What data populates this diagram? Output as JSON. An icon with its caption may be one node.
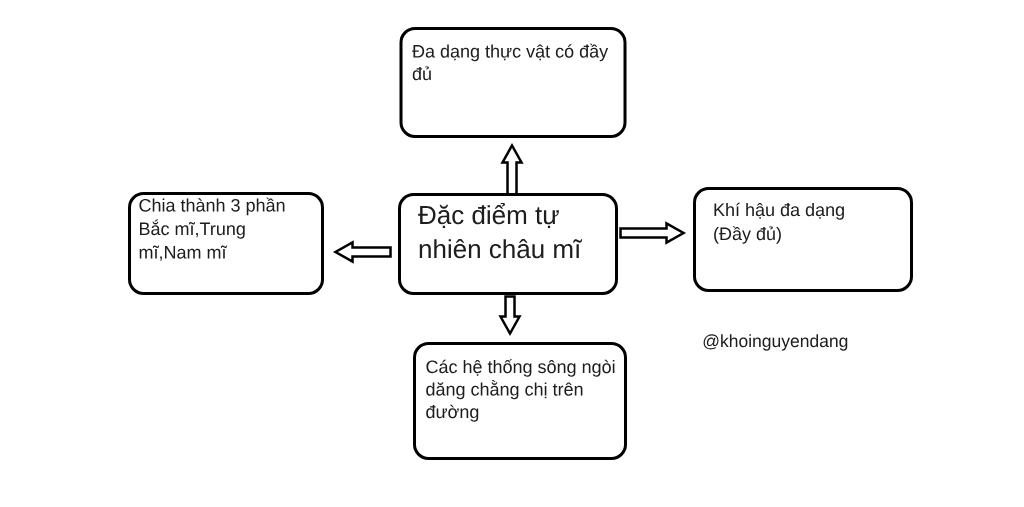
{
  "diagram": {
    "nodes": [
      {
        "text": [
          "Đa dạng thực vật có đầy đủ"
        ]
      },
      {
        "text": [
          "Chia thành 3 phần Bắc mĩ,Trung mĩ,Nam mĩ"
        ]
      },
      {
        "text": [
          "Đặc điểm tự nhiên châu mĩ"
        ]
      },
      {
        "text": [
          "Khí hậu đa dạng (Đầy đủ)"
        ]
      },
      {
        "text": [
          "Các hệ thống sông ngòi dăng chằng chị trên đường"
        ]
      }
    ],
    "edges": [
      {
        "from": 2,
        "to": 0,
        "arrow": "to"
      },
      {
        "from": 2,
        "to": 1,
        "arrow": "to"
      },
      {
        "from": 2,
        "to": 3,
        "arrow": "to"
      },
      {
        "from": 2,
        "to": 4,
        "arrow": "to"
      }
    ],
    "labels": [
      "@khoinguyendang"
    ]
  }
}
